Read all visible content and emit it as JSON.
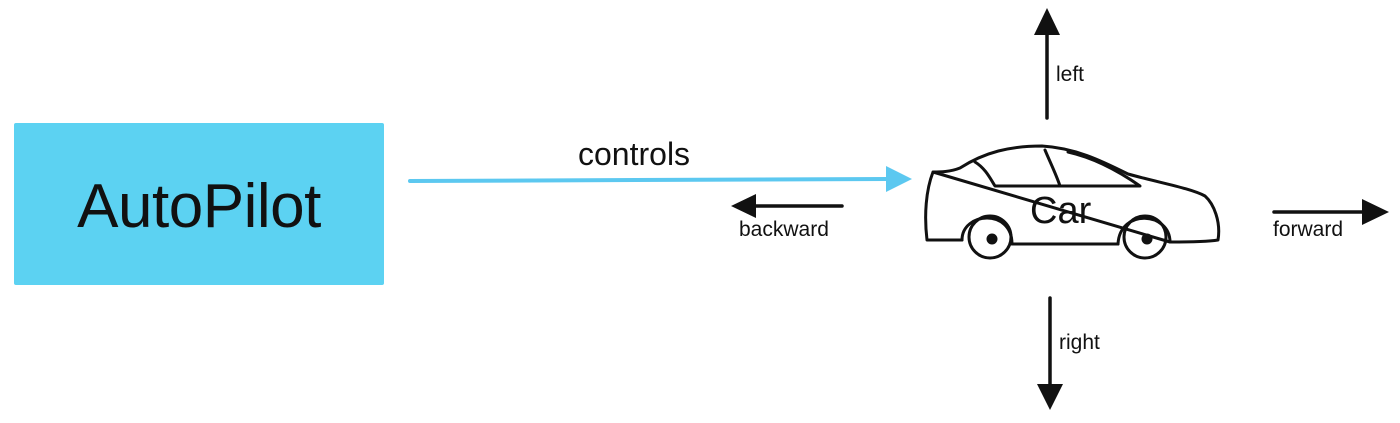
{
  "nodes": {
    "autopilot": "AutoPilot",
    "car": "Car"
  },
  "edges": {
    "controls": "controls"
  },
  "directions": {
    "left": "left",
    "right": "right",
    "forward": "forward",
    "backward": "backward"
  },
  "colors": {
    "autopilot_box": "#5cd2f2",
    "controls_arrow": "#5cc8f0",
    "stroke": "#111111"
  },
  "icons": {
    "car": "car-sketch-icon"
  }
}
